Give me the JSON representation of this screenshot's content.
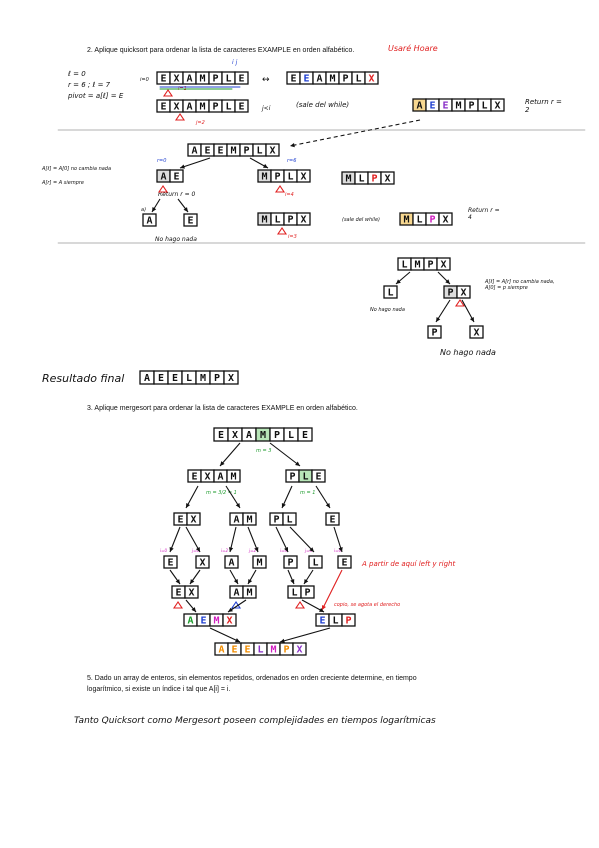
{
  "q2": {
    "prompt": "2. Aplique quicksort para ordenar la lista de caracteres EXAMPLE en orden alfabético.",
    "note": "Usaré Hoare",
    "vars": [
      "ℓ = 0",
      "r = 6 ; ℓ = 7",
      "pivot = a[ℓ] = E"
    ],
    "rows": {
      "r1": [
        "E",
        "X",
        "A",
        "M",
        "P",
        "L",
        "E"
      ],
      "r1b": [
        "E",
        "E",
        "A",
        "M",
        "P",
        "L",
        "X"
      ],
      "r2": [
        "E",
        "X",
        "A",
        "M",
        "P",
        "L",
        "E"
      ],
      "r2_note": "(sale del while)",
      "r3": [
        "A",
        "E",
        "E",
        "M",
        "P",
        "L",
        "X"
      ],
      "r3_note": "Return r = 2",
      "tree_root": [
        "A",
        "E",
        "E",
        "M",
        "P",
        "L",
        "X"
      ],
      "left": [
        "A",
        "E"
      ],
      "right": [
        "M",
        "P",
        "L",
        "X"
      ],
      "right2": [
        "M",
        "L",
        "P",
        "X"
      ],
      "right3": [
        "M",
        "L",
        "P",
        "X"
      ],
      "right4": [
        "M",
        "L",
        "P",
        "X"
      ],
      "right4_note": "(sale del while)",
      "right_return": "Return r = 4",
      "leaf_a": "A",
      "leaf_e": "E",
      "leaf_note": "No hago nada",
      "left_return": "Return r = 0",
      "side_note_1": "A[ℓ] = A[0] no cambia nada",
      "side_note_2": "A[r] = A siempre",
      "sub": [
        "L",
        "M",
        "P",
        "X"
      ],
      "sub_leaf_l": "L",
      "sub_px": [
        "P",
        "X"
      ],
      "sub_note_l": "No hago nada",
      "sub_note_r": "A[ℓ] = A[r] no cambia nada, A[0] = p siempre",
      "sub_leaf_p": "P",
      "sub_leaf_x": "X",
      "sub_bottom_note": "No hago nada"
    },
    "result_label": "Resultado final",
    "result": [
      "A",
      "E",
      "E",
      "L",
      "M",
      "P",
      "X"
    ]
  },
  "q3": {
    "prompt": "3. Aplique mergesort para ordenar la lista de caracteres EXAMPLE en orden alfabético.",
    "root": [
      "E",
      "X",
      "A",
      "M",
      "P",
      "L",
      "E"
    ],
    "mid_label": "m = 3",
    "l1": [
      "E",
      "X",
      "A",
      "M"
    ],
    "r1": [
      "P",
      "L",
      "E"
    ],
    "l1_mid": "m = 3 / 2 = 1",
    "r1_mid": "m = 1",
    "l2a": [
      "E",
      "X"
    ],
    "l2b": [
      "A",
      "M"
    ],
    "r2a": [
      "P",
      "L"
    ],
    "r2b": [
      "E"
    ],
    "leaves": [
      "E",
      "X",
      "A",
      "M",
      "P",
      "L",
      "E"
    ],
    "leaf_note": "A partir de aquí left y right",
    "m1": [
      "E",
      "X"
    ],
    "m2": [
      "A",
      "M"
    ],
    "m3": [
      "L",
      "P"
    ],
    "copy_note": "copio, se agota el derecho",
    "mm1": [
      "A",
      "E",
      "M",
      "X"
    ],
    "mm2": [
      "E",
      "L",
      "P"
    ],
    "final": [
      "A",
      "E",
      "E",
      "L",
      "M",
      "P",
      "X"
    ]
  },
  "q5": {
    "prompt_line1": "5. Dado un array de enteros, sin elementos repetidos, ordenados en orden creciente determine, en tiempo",
    "prompt_line2": "logarítmico, si existe un índice i tal que A[i] = i.",
    "answer": "Tanto Quicksort como Mergesort poseen complejidades en tiempos logarítmicas"
  },
  "colors": {
    "ink": "#111111",
    "red": "#e02020",
    "blue": "#2040d0",
    "green": "#1a9a2a",
    "magenta": "#d020c0",
    "orange": "#f08c00",
    "purple": "#8a30c8"
  }
}
